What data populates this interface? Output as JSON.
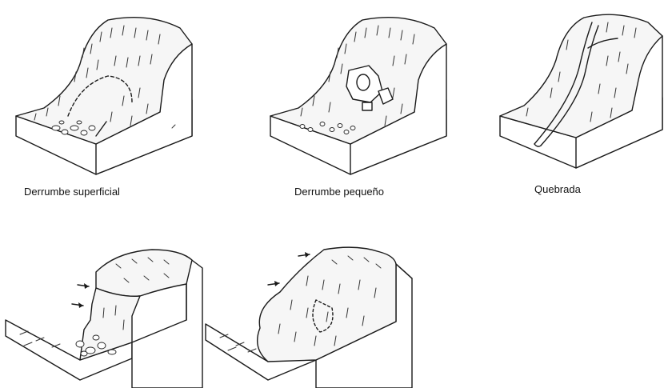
{
  "captions": {
    "shallow": "Derrumbe superficial",
    "small": "Derrumbe pequeño",
    "gully": "Quebrada"
  },
  "colors": {
    "ink": "#1a1a1a",
    "background": "#ffffff"
  }
}
